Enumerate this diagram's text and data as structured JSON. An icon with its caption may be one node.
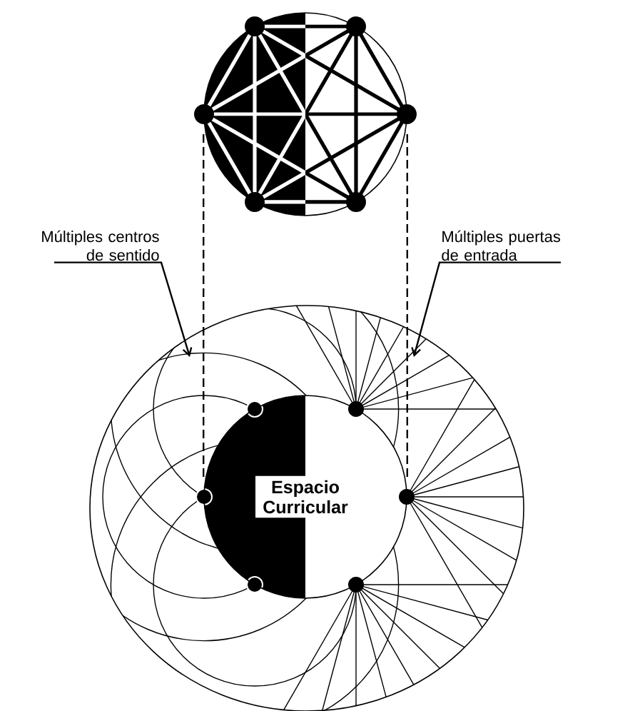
{
  "diagram": {
    "nodes": [
      {
        "text": [],
        "shape": "circle"
      },
      {
        "text": [
          "Múltiples centros de sentido"
        ]
      },
      {
        "text": [
          "Múltiples puertas de entrada"
        ]
      },
      {
        "text": [
          "Espacio Curricular"
        ]
      }
    ],
    "edges": [
      {
        "from": 0,
        "to": 3,
        "arrow": "none",
        "style": "dashed"
      },
      {
        "from": 0,
        "to": 3,
        "arrow": "none",
        "style": "dashed"
      },
      {
        "from": 1,
        "to": null,
        "arrow": "to"
      },
      {
        "from": 2,
        "to": null,
        "arrow": "to"
      }
    ]
  }
}
